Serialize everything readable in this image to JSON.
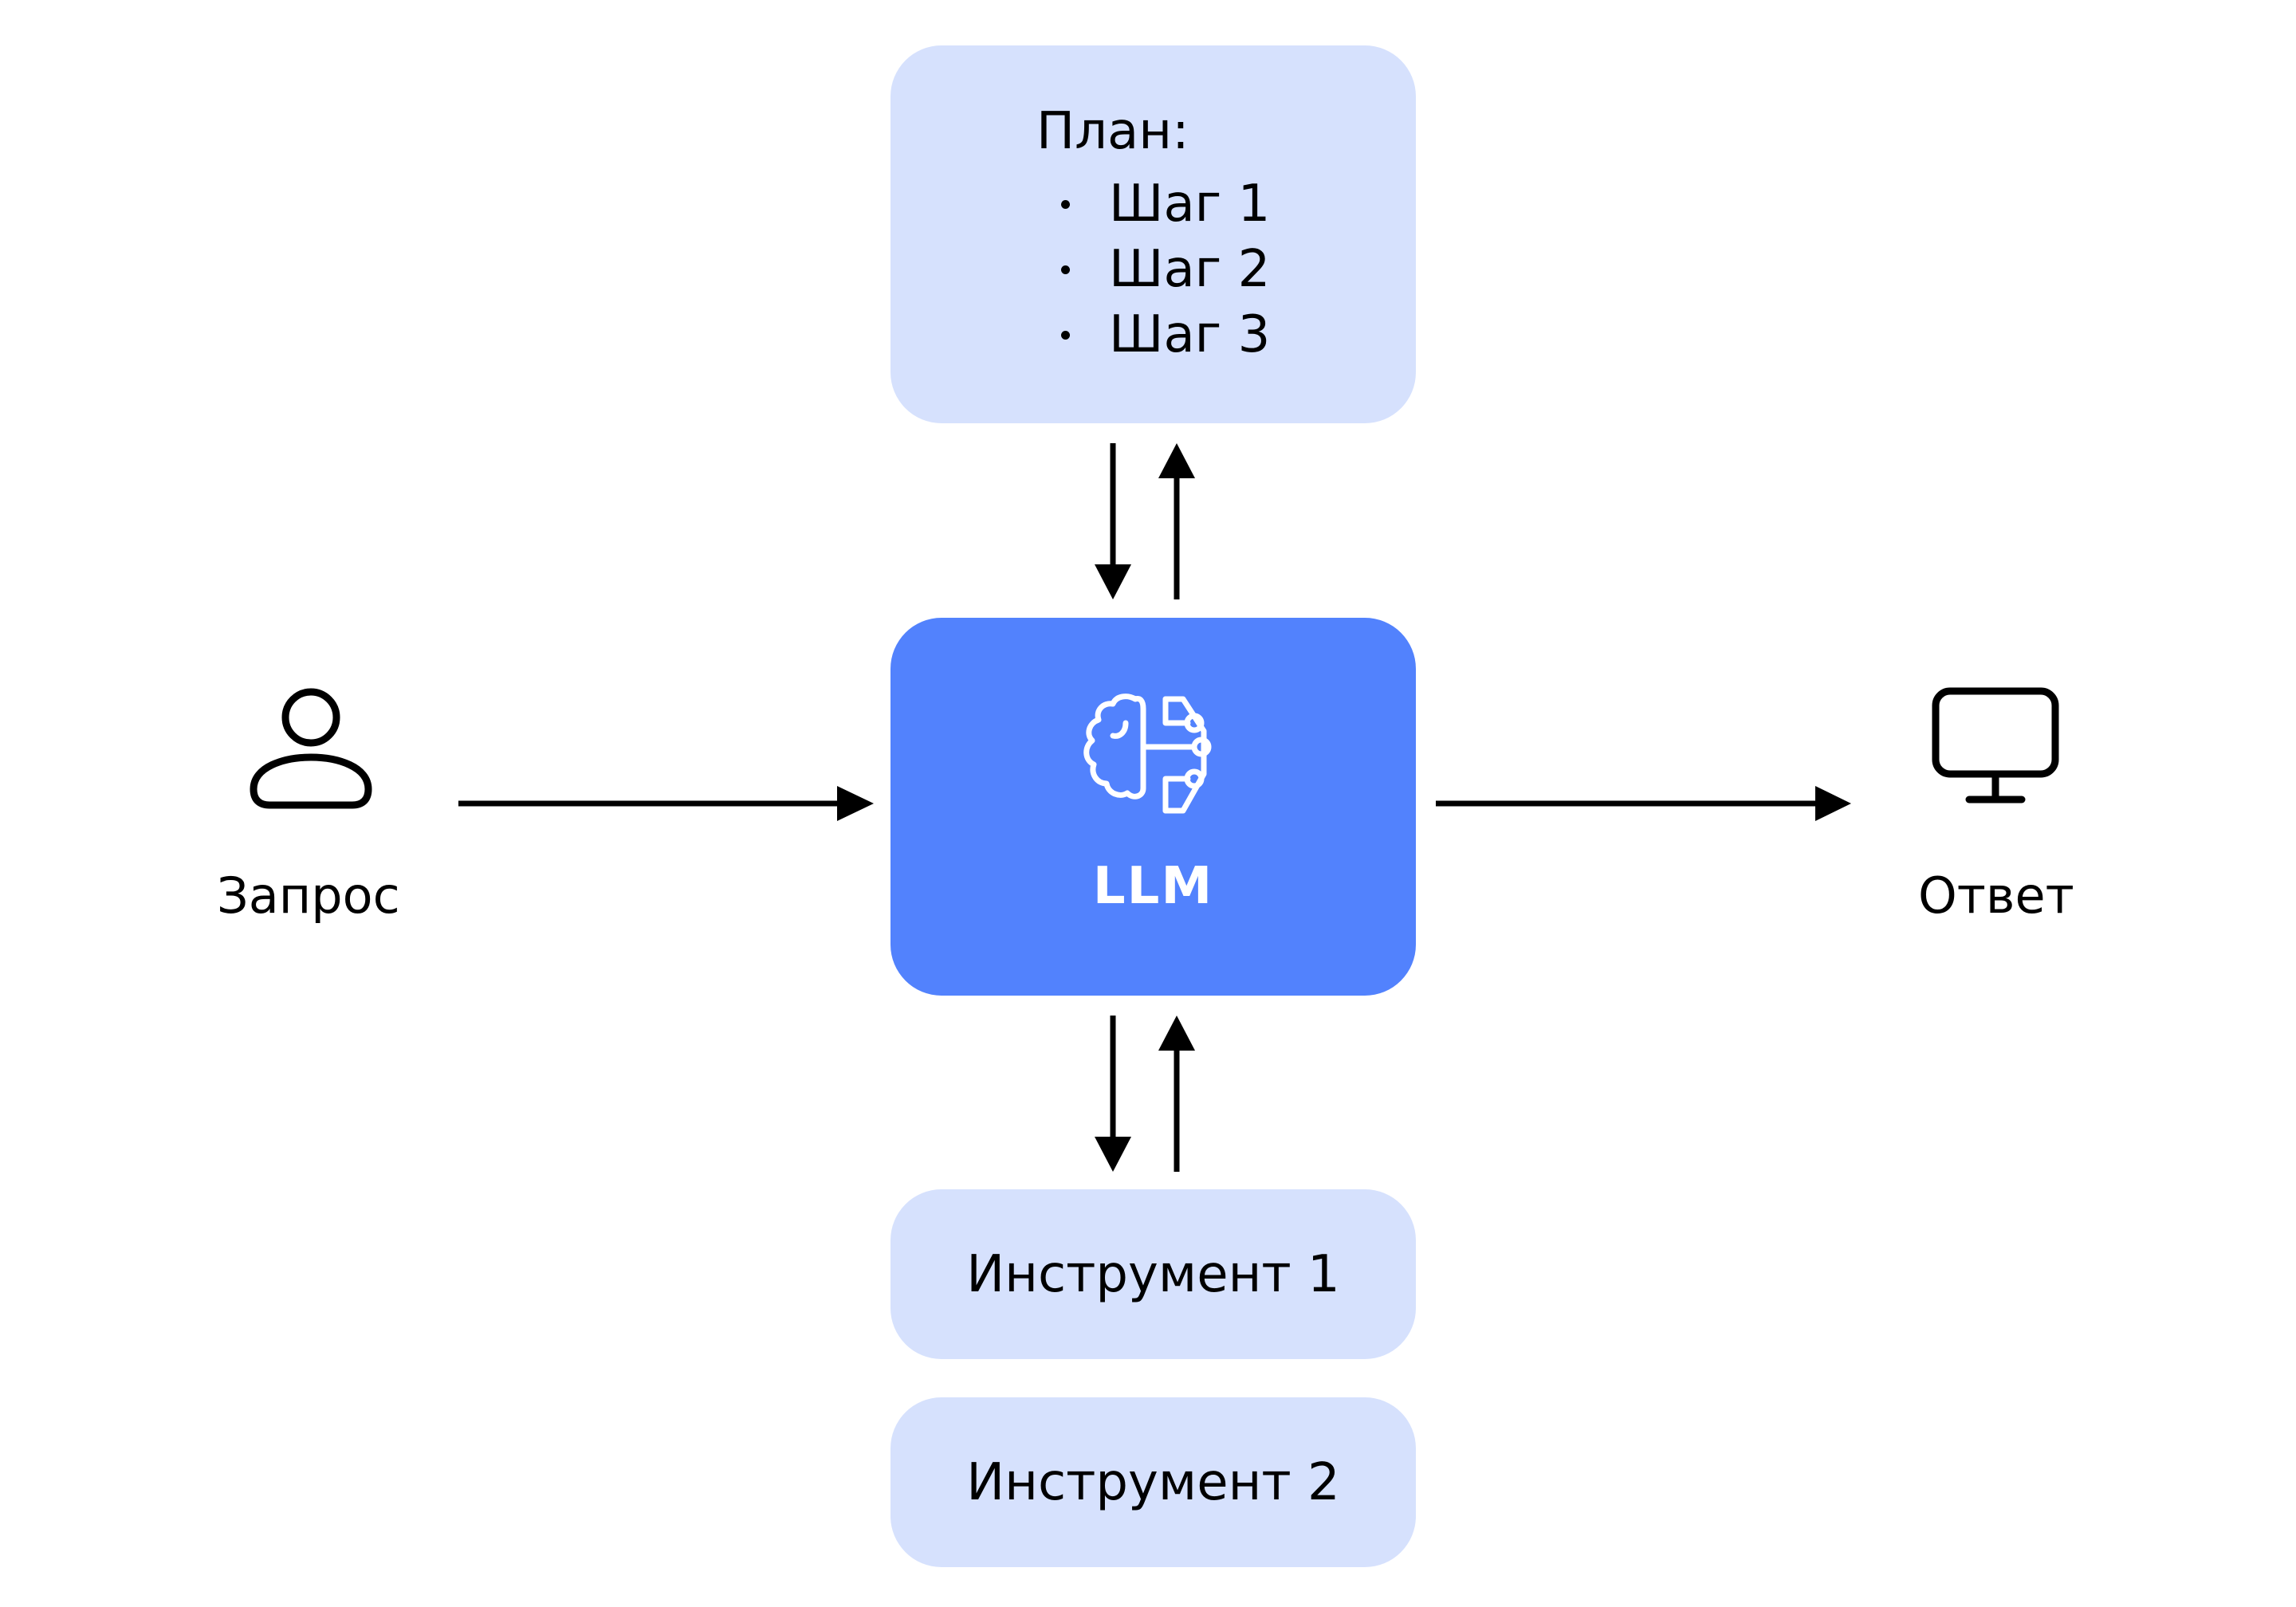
{
  "plan": {
    "title": "План:",
    "steps": [
      "Шаг 1",
      "Шаг 2",
      "Шаг 3"
    ]
  },
  "llm": {
    "label": "LLM",
    "icon": "brain-circuit-icon"
  },
  "tools": [
    "Инструмент 1",
    "Инструмент 2"
  ],
  "request": {
    "label": "Запрос",
    "icon": "user-icon"
  },
  "answer": {
    "label": "Ответ",
    "icon": "monitor-icon"
  },
  "colors": {
    "light_box": "#d6e1fd",
    "accent_box": "#5282fd",
    "arrow": "#000000",
    "llm_text": "#ffffff"
  }
}
